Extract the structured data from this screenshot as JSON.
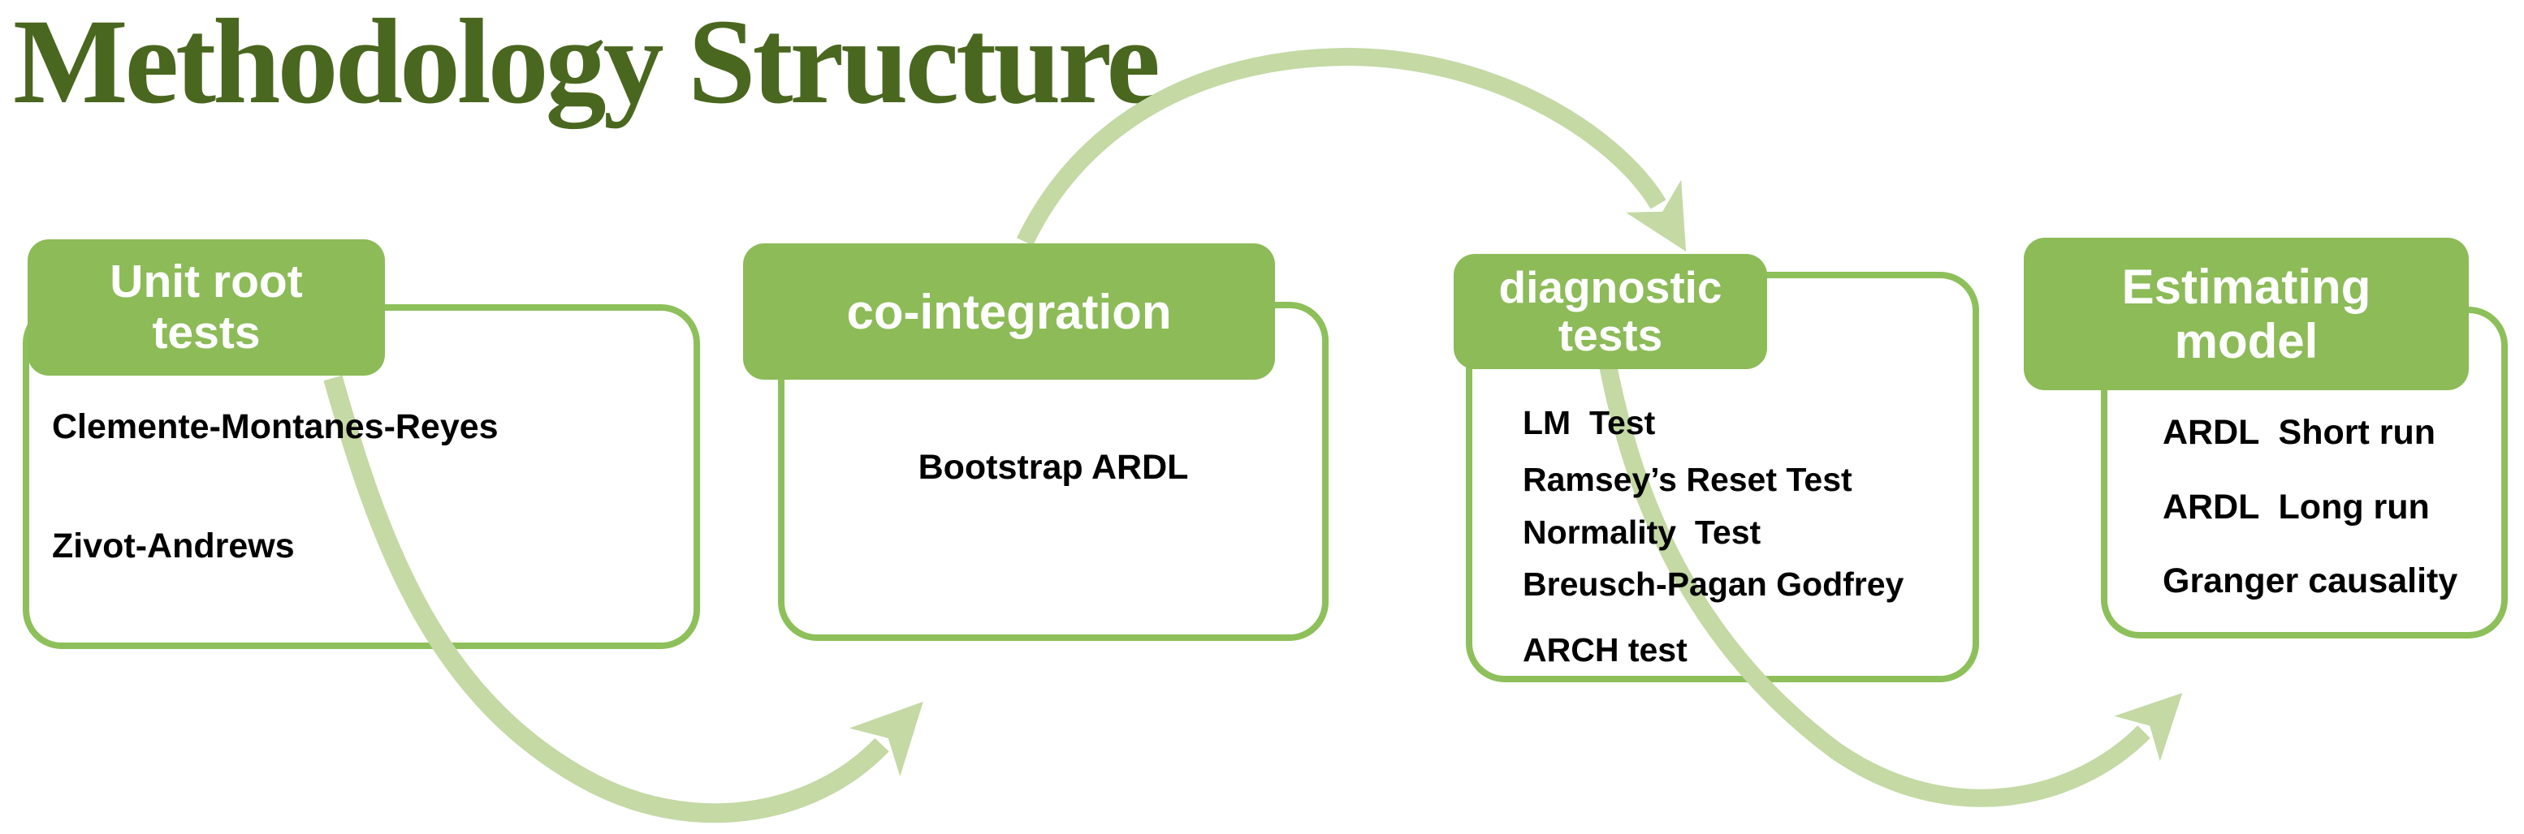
{
  "title": "Methodology Structure",
  "colors": {
    "title_text": "#4A671F",
    "header_fill": "#8CBB58",
    "box_border": "#8DC05A",
    "arrow": "#C4D9A4",
    "header_text": "#FFFFFF",
    "item_text": "#000000",
    "body_bg": "#FFFFFF"
  },
  "boxes": [
    {
      "id": "unit-root-tests",
      "header": "Unit root\ntests",
      "items": [
        "Clemente-Montanes-Reyes",
        "Zivot-Andrews"
      ]
    },
    {
      "id": "co-integration",
      "header": "co-integration",
      "items": [
        "Bootstrap ARDL"
      ]
    },
    {
      "id": "diagnostic-tests",
      "header": "diagnostic\ntests",
      "items": [
        "LM  Test",
        "Ramsey’s Reset Test",
        "Normality  Test",
        "Breusch-Pagan Godfrey",
        "ARCH test"
      ]
    },
    {
      "id": "estimating-model",
      "header": "Estimating\nmodel",
      "items": [
        "ARDL  Short run",
        "ARDL  Long run",
        "Granger causality"
      ]
    }
  ],
  "arrows": [
    {
      "name": "unit-root-tests-to-co-integration"
    },
    {
      "name": "co-integration-to-diagnostic-tests"
    },
    {
      "name": "diagnostic-tests-to-estimating-model"
    }
  ]
}
